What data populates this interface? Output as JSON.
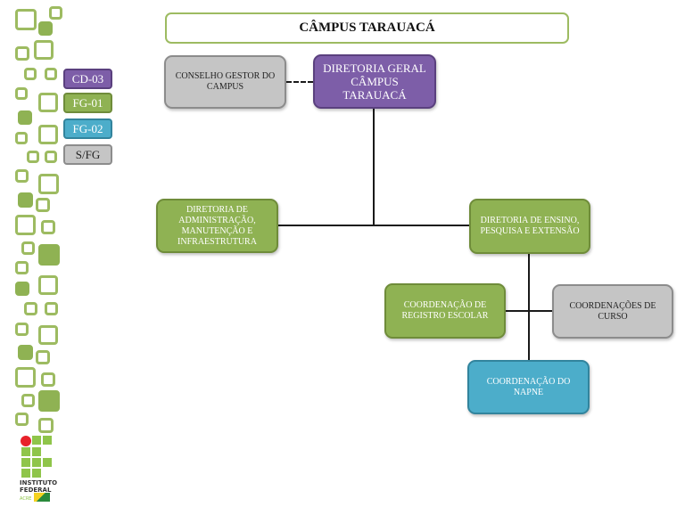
{
  "title": "CÂMPUS TARAUACÁ",
  "legend": [
    {
      "label": "CD-03",
      "color": "#7d5ea8"
    },
    {
      "label": "FG-01",
      "color": "#8fb253"
    },
    {
      "label": "FG-02",
      "color": "#4cadca"
    },
    {
      "label": "S/FG",
      "color": "#c5c5c5"
    }
  ],
  "nodes": {
    "conselho": "CONSELHO GESTOR DO CAMPUS",
    "diretoria_geral": "DIRETORIA GERAL CÂMPUS TARAUACÁ",
    "diretoria_admin": "DIRETORIA DE ADMINISTRAÇÃO, MANUTENÇÃO E INFRAESTRUTURA",
    "diretoria_ensino": "DIRETORIA DE ENSINO, PESQUISA E EXTENSÃO",
    "coord_registro": "COORDENAÇÃO DE REGISTRO ESCOLAR",
    "coord_curso": "COORDENAÇÕES DE CURSO",
    "coord_napne": "COORDENAÇÃO DO NAPNE"
  },
  "logo": {
    "line1": "INSTITUTO",
    "line2": "FEDERAL",
    "line3": "ACRE"
  }
}
